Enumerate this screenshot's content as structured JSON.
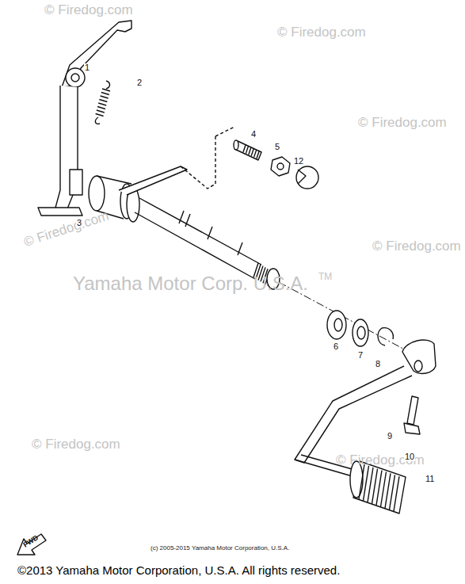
{
  "diagram": {
    "labels": [
      "© Firedog.com",
      "© Firedog.com",
      "© Firedog.com",
      "© Firedog.com",
      "© Firedog.com",
      "Yamaha Motor Corp. U.S.A.",
      "TM",
      "© Firedog.com",
      "© Firedog.com",
      "1",
      "2",
      "3",
      "4",
      "5",
      "12",
      "6",
      "7",
      "8",
      "9",
      "10",
      "11",
      "FWD",
      "(c) 2005-2015 Yamaha Motor Corporation, U.S.A.",
      "©2013 Yamaha Motor Corporation, U.S.A. All rights reserved."
    ]
  }
}
